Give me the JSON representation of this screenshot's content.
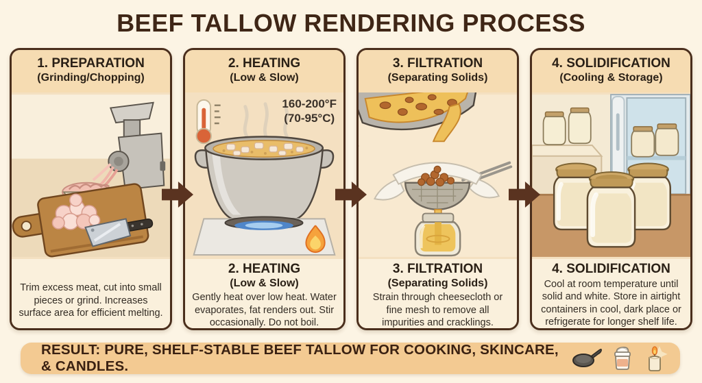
{
  "title": "BEEF TALLOW RENDERING PROCESS",
  "steps": [
    {
      "header_title": "1. PREPARATION",
      "header_subtitle": "(Grinding/Chopping)",
      "description": "Trim excess meat, cut into small pieces or grind. Increases surface area for efficient melting."
    },
    {
      "header_title": "2. HEATING",
      "header_subtitle": "(Low & Slow)",
      "caption_title": "2. HEATING",
      "caption_subtitle": "(Low & Slow)",
      "temperature_f": "160-200°F",
      "temperature_c": "(70-95°C)",
      "description": "Gently heat over low heat. Water evaporates, fat renders out. Stir occasionally. Do not boil."
    },
    {
      "header_title": "3. FILTRATION",
      "header_subtitle": "(Separating Solids)",
      "caption_title": "3. FILTRATION",
      "caption_subtitle": "(Separating Solids)",
      "description": "Strain through cheesecloth or fine mesh to remove all impurities and cracklings."
    },
    {
      "header_title": "4. SOLIDIFICATION",
      "header_subtitle": "(Cooling & Storage)",
      "caption_title": "4. SOLIDIFICATION",
      "description": "Cool at room temperature until solid and white. Store in airtight containers in cool, dark place or refrigerate for longer shelf life."
    }
  ],
  "result": {
    "text": "RESULT: PURE, SHELF-STABLE BEEF TALLOW FOR COOKING, SKINCARE, & CANDLES.",
    "icons": [
      "frying-pan",
      "cream-jar",
      "candle"
    ]
  },
  "colors": {
    "page_background": "#fcf4e4",
    "title_text": "#3f2616",
    "panel_border": "#4a2e1c",
    "panel_header_bg": "#f6dcb2",
    "panel_caption_bg": "#faf0dc",
    "arrow": "#5a3320",
    "result_bar_bg": "#f3ca92",
    "tallow_gold": "#eec05a",
    "tallow_solid": "#f7eed6",
    "flame_orange": "#f6a23c",
    "flame_blue": "#4f86c9"
  }
}
